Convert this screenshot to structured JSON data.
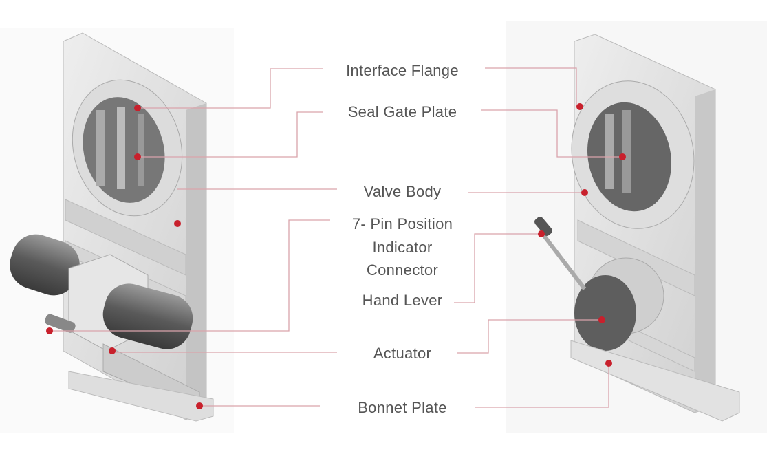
{
  "labels": {
    "interface_flange": "Interface Flange",
    "seal_gate_plate": "Seal Gate Plate",
    "valve_body": "Valve Body",
    "pin_connector_line1": "7- Pin Position",
    "pin_connector_line2": "Indicator",
    "pin_connector_line3": "Connector",
    "hand_lever": "Hand Lever",
    "actuator": "Actuator",
    "bonnet_plate": "Bonnet Plate"
  },
  "colors": {
    "leader_line": "#d9a3ab",
    "marker_dot": "#c8202c",
    "label_text": "#555555"
  }
}
